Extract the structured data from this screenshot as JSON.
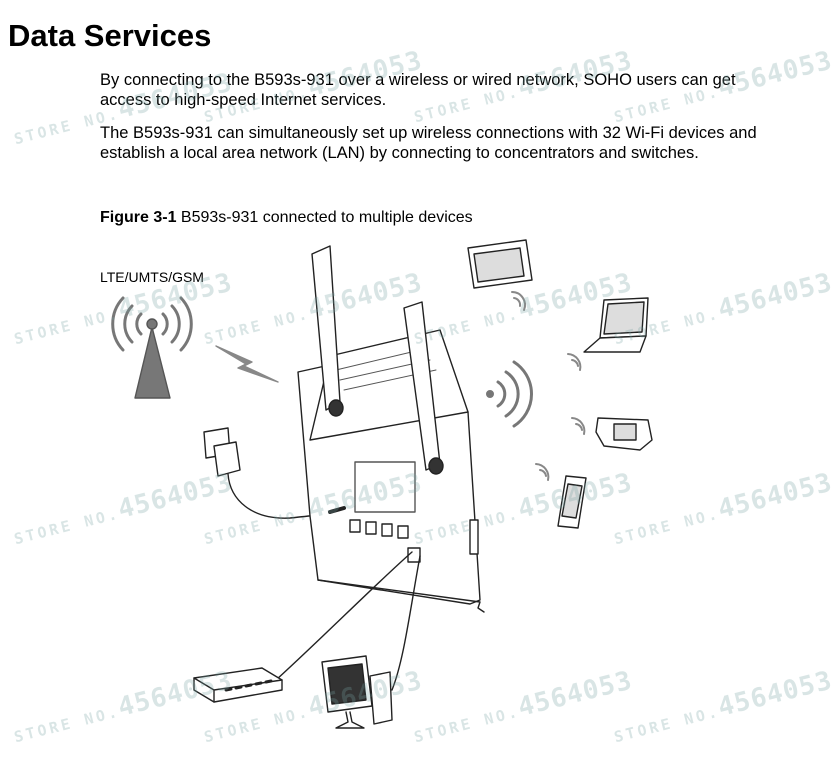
{
  "section": {
    "title": "Data Services",
    "para1": "By connecting to the B593s-931 over a wireless or wired network, SOHO users can get access to high-speed Internet services.",
    "para2": "The B593s-931 can simultaneously set up wireless connections with 32 Wi-Fi devices and establish a local area network (LAN) by connecting to concentrators and switches."
  },
  "figure": {
    "caption_num": "Figure 3-1",
    "caption_text": " B593s-931 connected to multiple devices",
    "network_label": "LTE/UMTS/GSM"
  },
  "watermark": {
    "store": "STORE NO.",
    "number": "4564053"
  }
}
